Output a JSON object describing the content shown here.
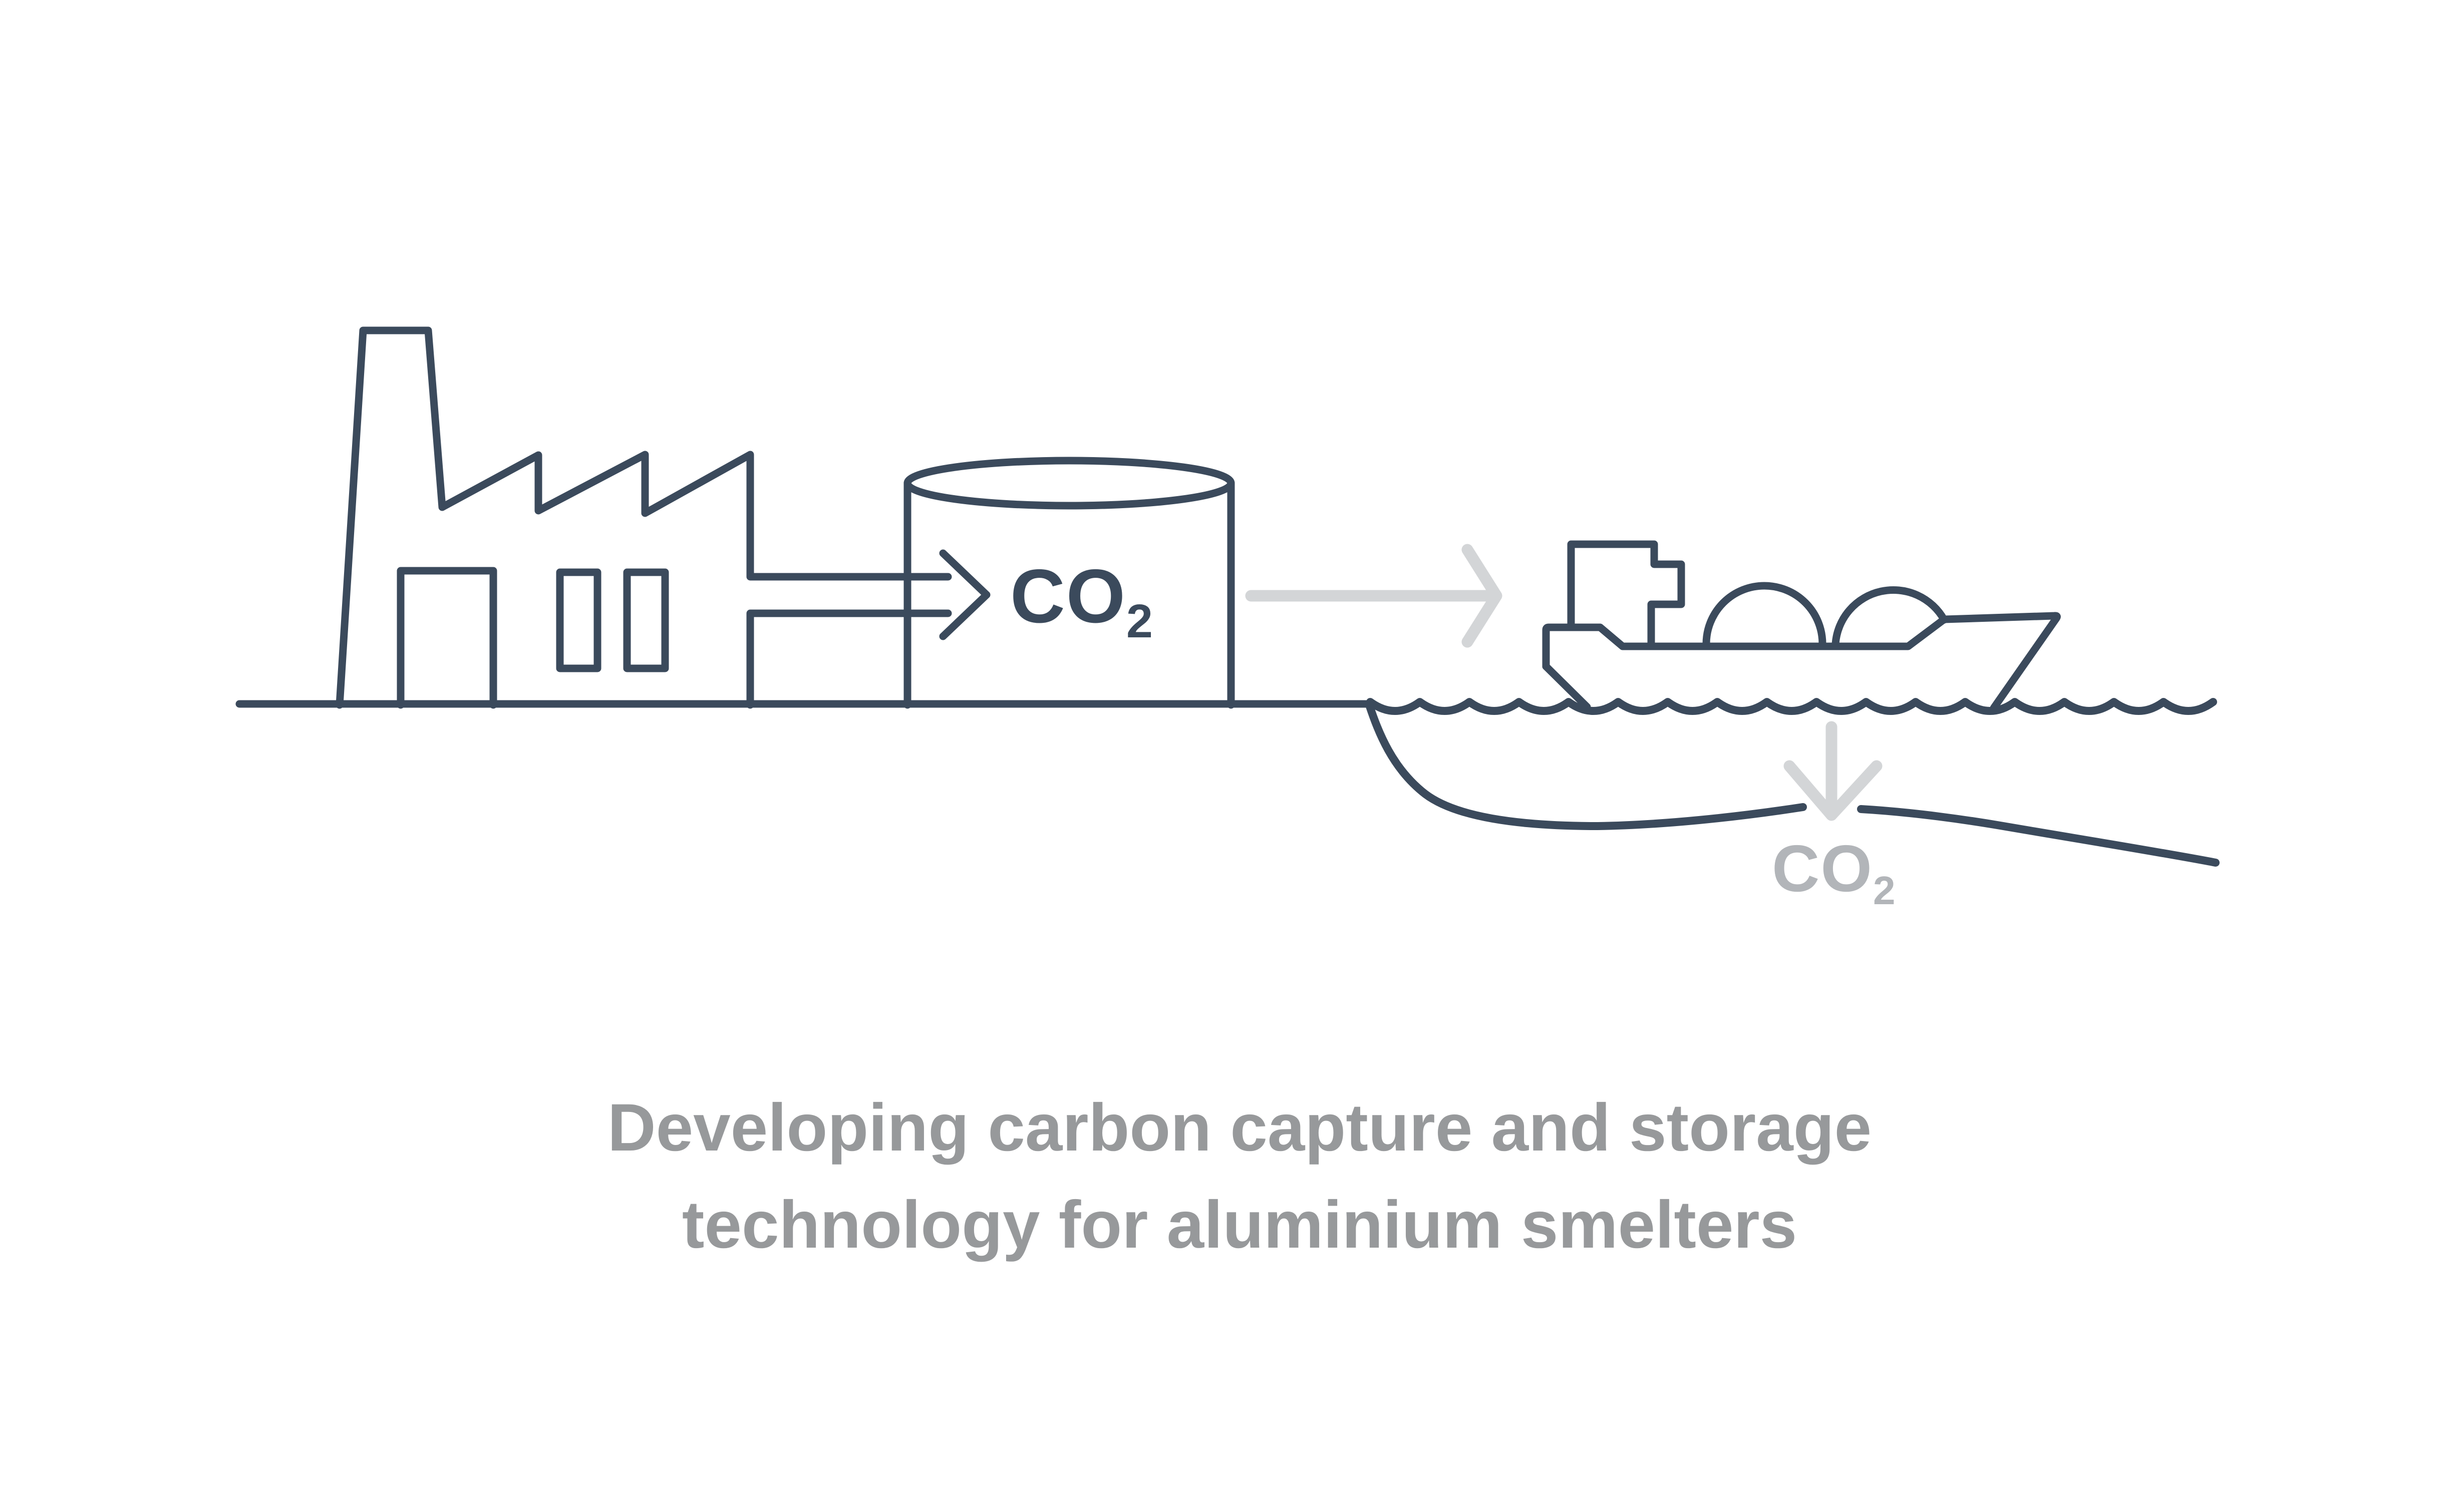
{
  "diagram": {
    "tank_label": {
      "main": "CO",
      "sub": "2"
    },
    "sea_label": {
      "main": "CO",
      "sub": "2"
    },
    "caption": {
      "line1": "Developing carbon capture and storage",
      "line2": "technology for aluminium smelters"
    }
  },
  "colors": {
    "outline": "#3b4a5c",
    "arrow_gray": "#d3d5d7",
    "sea_label_gray": "#b2b5b9",
    "caption_gray": "#97999b",
    "background": "#ffffff"
  },
  "icons": [
    "factory-icon",
    "storage-tank-icon",
    "capture-arrow-icon",
    "transport-arrow-icon",
    "ship-icon",
    "sea-waves-icon",
    "seabed-line",
    "injection-arrow-icon"
  ]
}
